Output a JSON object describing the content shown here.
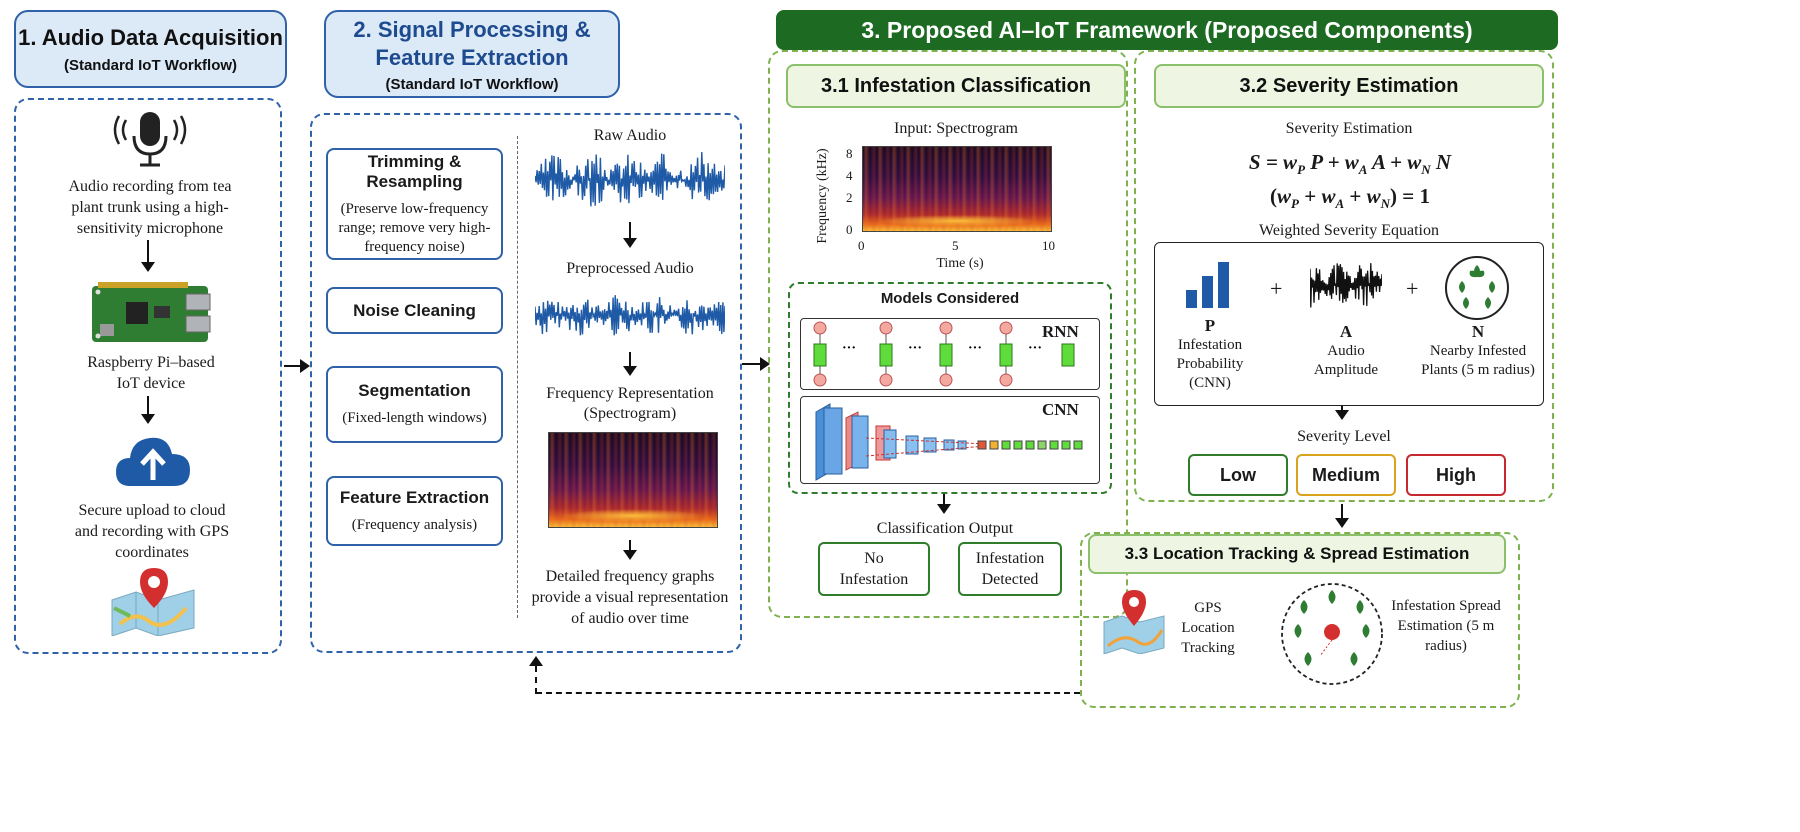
{
  "section1": {
    "title": "1. Audio Data Acquisition",
    "subtitle": "(Standard IoT Workflow)",
    "mic_caption": "Audio recording from tea plant trunk using a high-sensitivity microphone",
    "pi_caption": "Raspberry Pi–based IoT device",
    "cloud_caption": "Secure upload to cloud and recording with GPS coordinates"
  },
  "section2": {
    "title_line1": "2. Signal Processing &",
    "title_line2": "Feature Extraction",
    "subtitle": "(Standard IoT Workflow)",
    "steps": [
      {
        "title": "Trimming & Resampling",
        "desc": "(Preserve low-frequency range; remove very high-frequency noise)"
      },
      {
        "title": "Noise Cleaning",
        "desc": ""
      },
      {
        "title": "Segmentation",
        "desc": "(Fixed-length windows)"
      },
      {
        "title": "Feature Extraction",
        "desc": "(Frequency analysis)"
      }
    ],
    "raw_audio": "Raw Audio",
    "preprocessed_audio": "Preprocessed Audio",
    "freq_rep_line1": "Frequency Representation",
    "freq_rep_line2": "(Spectrogram)",
    "detail_caption": "Detailed frequency graphs provide a visual representation of audio over time"
  },
  "section3": {
    "title": "3. Proposed AI–IoT Framework (Proposed Components)",
    "classification": {
      "title": "3.1 Infestation Classification",
      "input_label": "Input: Spectrogram",
      "ylabel": "Frequency (kHz)",
      "xlabel": "Time (s)",
      "yticks": [
        "8",
        "4",
        "2",
        "0"
      ],
      "xticks": [
        "0",
        "5",
        "10"
      ],
      "models_title": "Models Considered",
      "rnn_label": "RNN",
      "cnn_label": "CNN",
      "output_title": "Classification Output",
      "out_no": "No Infestation",
      "out_yes": "Infestation Detected"
    },
    "severity": {
      "title": "3.2 Severity Estimation",
      "subtitle": "Severity Estimation",
      "eq_label": "Weighted Severity Equation",
      "p_letter": "P",
      "p_desc": "Infestation Probability (CNN)",
      "a_letter": "A",
      "a_desc": "Audio Amplitude",
      "n_letter": "N",
      "n_desc": "Nearby Infested Plants (5 m radius)",
      "plus": "+",
      "level_title": "Severity Level",
      "levels": [
        "Low",
        "Medium",
        "High"
      ]
    },
    "location": {
      "title": "3.3 Location Tracking & Spread Estimation",
      "gps_label": "GPS Location Tracking",
      "spread_label": "Infestation Spread Estimation (5 m radius)"
    }
  },
  "colors": {
    "blue_border": "#2f62a8",
    "dark_green": "#1d6a22",
    "light_green_border": "#8bc06a",
    "low": "#2f7d2a",
    "medium": "#d9a31c",
    "high": "#c8282d"
  }
}
